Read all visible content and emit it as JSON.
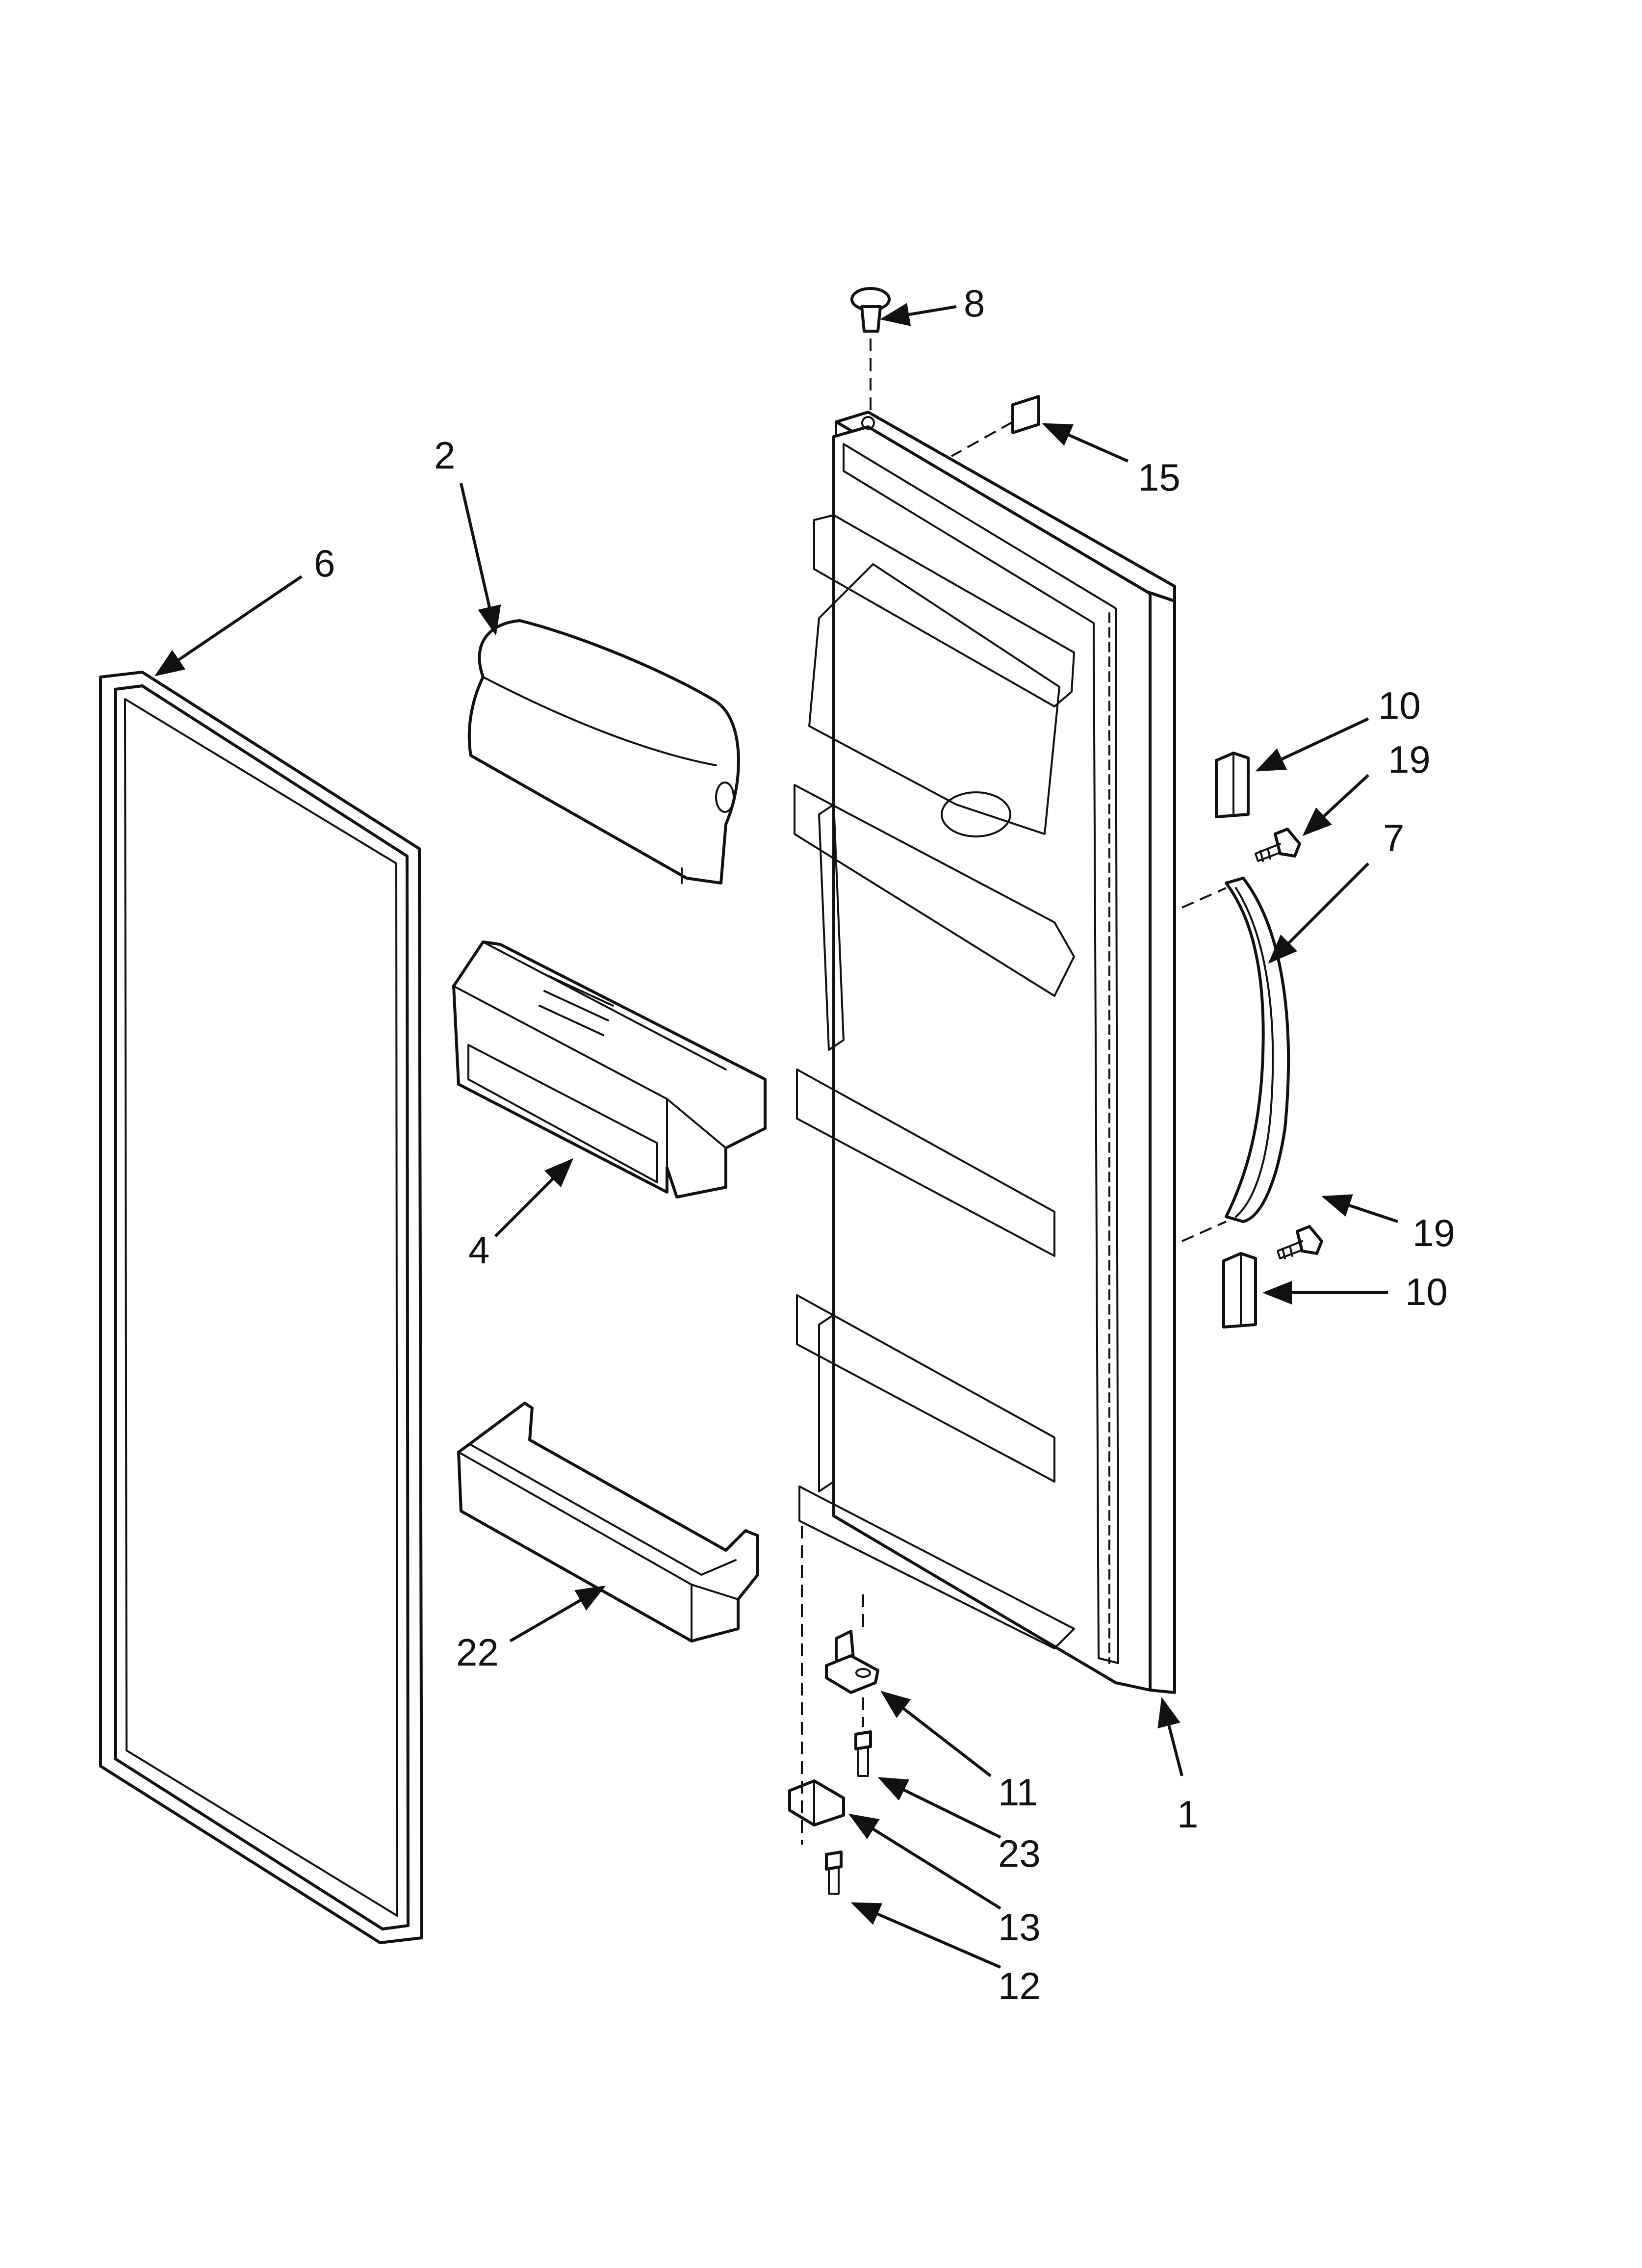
{
  "callouts": [
    {
      "id": "1",
      "label": "1"
    },
    {
      "id": "2",
      "label": "2"
    },
    {
      "id": "4",
      "label": "4"
    },
    {
      "id": "6",
      "label": "6"
    },
    {
      "id": "7",
      "label": "7"
    },
    {
      "id": "8",
      "label": "8"
    },
    {
      "id": "10a",
      "label": "10"
    },
    {
      "id": "10b",
      "label": "10"
    },
    {
      "id": "11",
      "label": "11"
    },
    {
      "id": "12",
      "label": "12"
    },
    {
      "id": "13",
      "label": "13"
    },
    {
      "id": "15",
      "label": "15"
    },
    {
      "id": "19a",
      "label": "19"
    },
    {
      "id": "19b",
      "label": "19"
    },
    {
      "id": "22",
      "label": "22"
    },
    {
      "id": "23",
      "label": "23"
    }
  ]
}
